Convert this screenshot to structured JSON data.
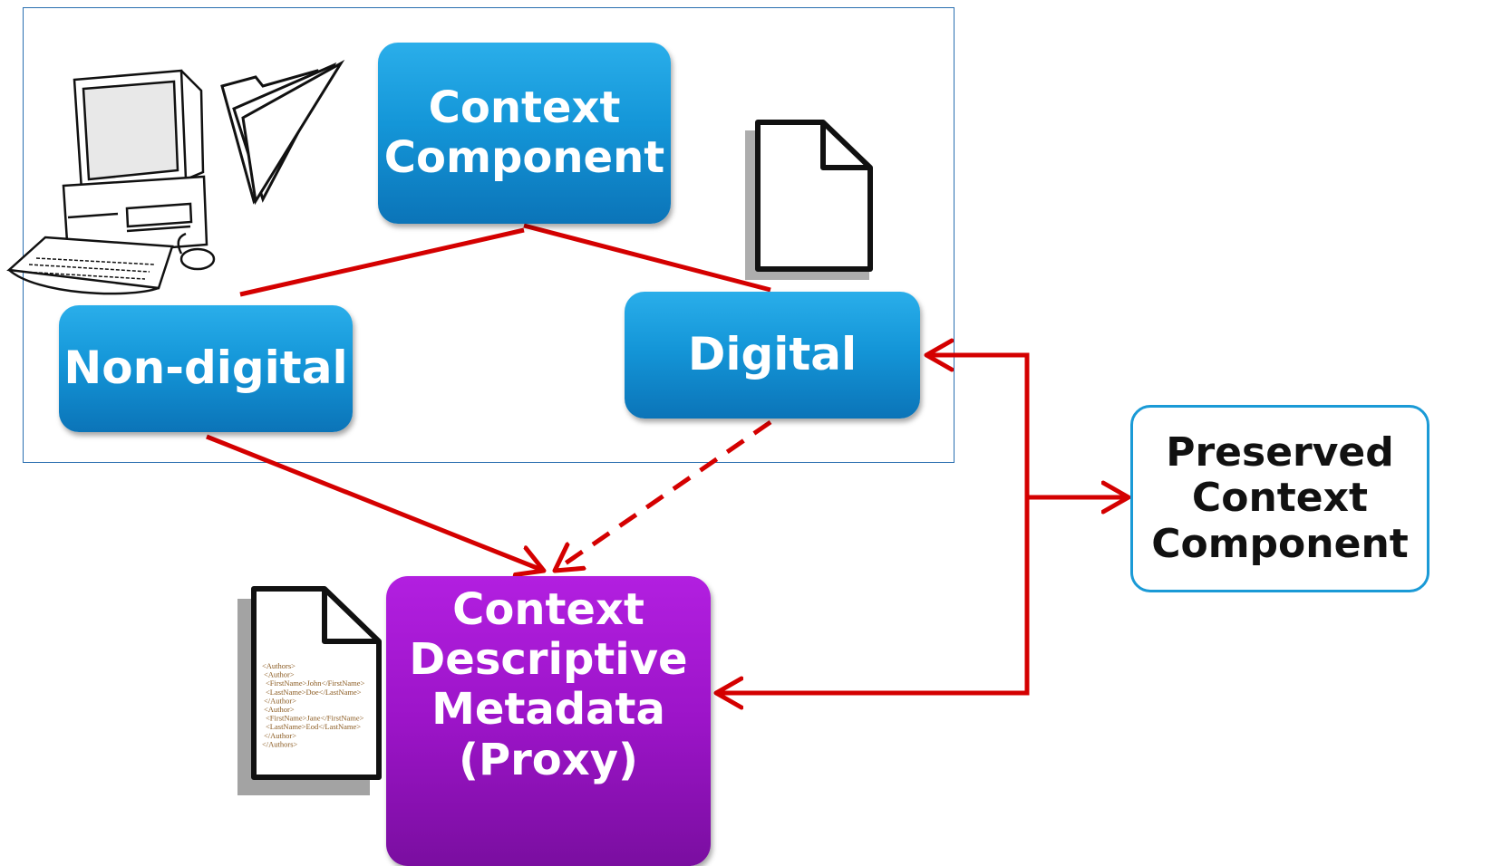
{
  "nodes": {
    "context_component": "Context\nComponent",
    "non_digital": "Non-digital",
    "digital": "Digital",
    "proxy": "Context\nDescriptive\nMetadata\n(Proxy)",
    "preserved": "Preserved\nContext\nComponent"
  },
  "xml_document": {
    "lines": [
      "<Authors>",
      "<Author>",
      "<FirstName>John</FirstName>",
      "<LastName>Doe</LastName>",
      "</Author>",
      "<Author>",
      "<FirstName>Jane</FirstName>",
      "<LastName>Eod</LastName>",
      "</Author>",
      "</Authors>"
    ]
  },
  "colors": {
    "connector": "#d40000",
    "blue_box": "#1496d8",
    "purple_box": "#9c14c8",
    "frame": "#2a6fb0",
    "outline_border": "#1a9ad6"
  },
  "icons": [
    "computer-icon",
    "folder-icon",
    "document-icon",
    "xml-document-icon"
  ]
}
